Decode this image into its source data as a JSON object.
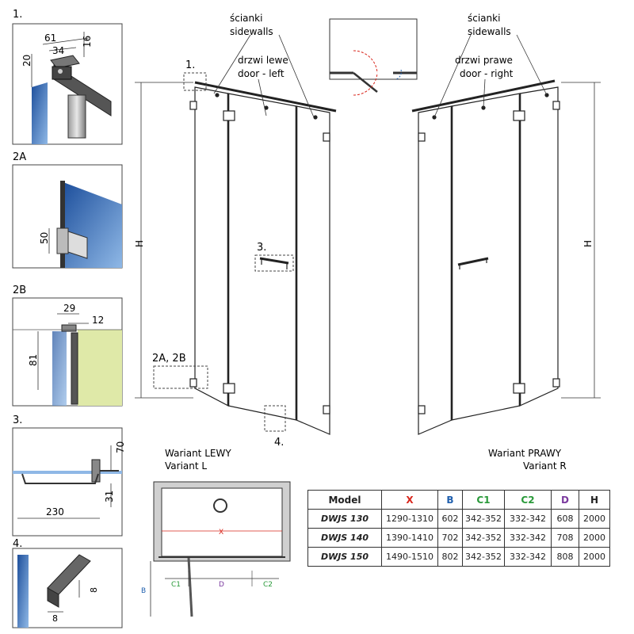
{
  "details": {
    "d1": {
      "label": "1.",
      "dim_61": "61",
      "dim_34": "34",
      "dim_16": "16",
      "dim_20": "20"
    },
    "d2a": {
      "label": "2A",
      "dim_50": "50"
    },
    "d2b": {
      "label": "2B",
      "dim_29": "29",
      "dim_12": "12",
      "dim_81": "81"
    },
    "d3": {
      "label": "3.",
      "dim_70": "70",
      "dim_31": "31",
      "dim_230": "230"
    },
    "d4": {
      "label": "4.",
      "dim_8a": "8",
      "dim_8b": "8"
    }
  },
  "left_door": {
    "sidewalls_pl": "ścianki",
    "sidewalls_en": "sidewalls",
    "door_pl": "drzwi lewe",
    "door_en": "door - left",
    "callout_1": "1.",
    "callout_3": "3.",
    "callout_2a2b": "2A, 2B",
    "callout_4": "4.",
    "dim_h": "H",
    "variant_pl": "Wariant LEWY",
    "variant_en": "Variant L"
  },
  "right_door": {
    "sidewalls_pl": "ścianki",
    "sidewalls_en": "sidewalls",
    "door_pl": "drzwi prawe",
    "door_en": "door - right",
    "dim_h": "H",
    "variant_pl": "Wariant PRAWY",
    "variant_en": "Variant R"
  },
  "plan": {
    "x": "X",
    "c1": "C1",
    "d": "D",
    "c2": "C2",
    "b": "B"
  },
  "colors": {
    "x": "#d9261c",
    "b": "#1f5fae",
    "c1": "#2a9a3a",
    "c2": "#2a9a3a",
    "d": "#7b3a9e",
    "h": "#222222"
  },
  "table": {
    "headers": [
      "Model",
      "X",
      "B",
      "C1",
      "C2",
      "D",
      "H"
    ],
    "rows": [
      [
        "DWJS 130",
        "1290-1310",
        "602",
        "342-352",
        "332-342",
        "608",
        "2000"
      ],
      [
        "DWJS 140",
        "1390-1410",
        "702",
        "342-352",
        "332-342",
        "708",
        "2000"
      ],
      [
        "DWJS 150",
        "1490-1510",
        "802",
        "342-352",
        "332-342",
        "808",
        "2000"
      ]
    ]
  }
}
